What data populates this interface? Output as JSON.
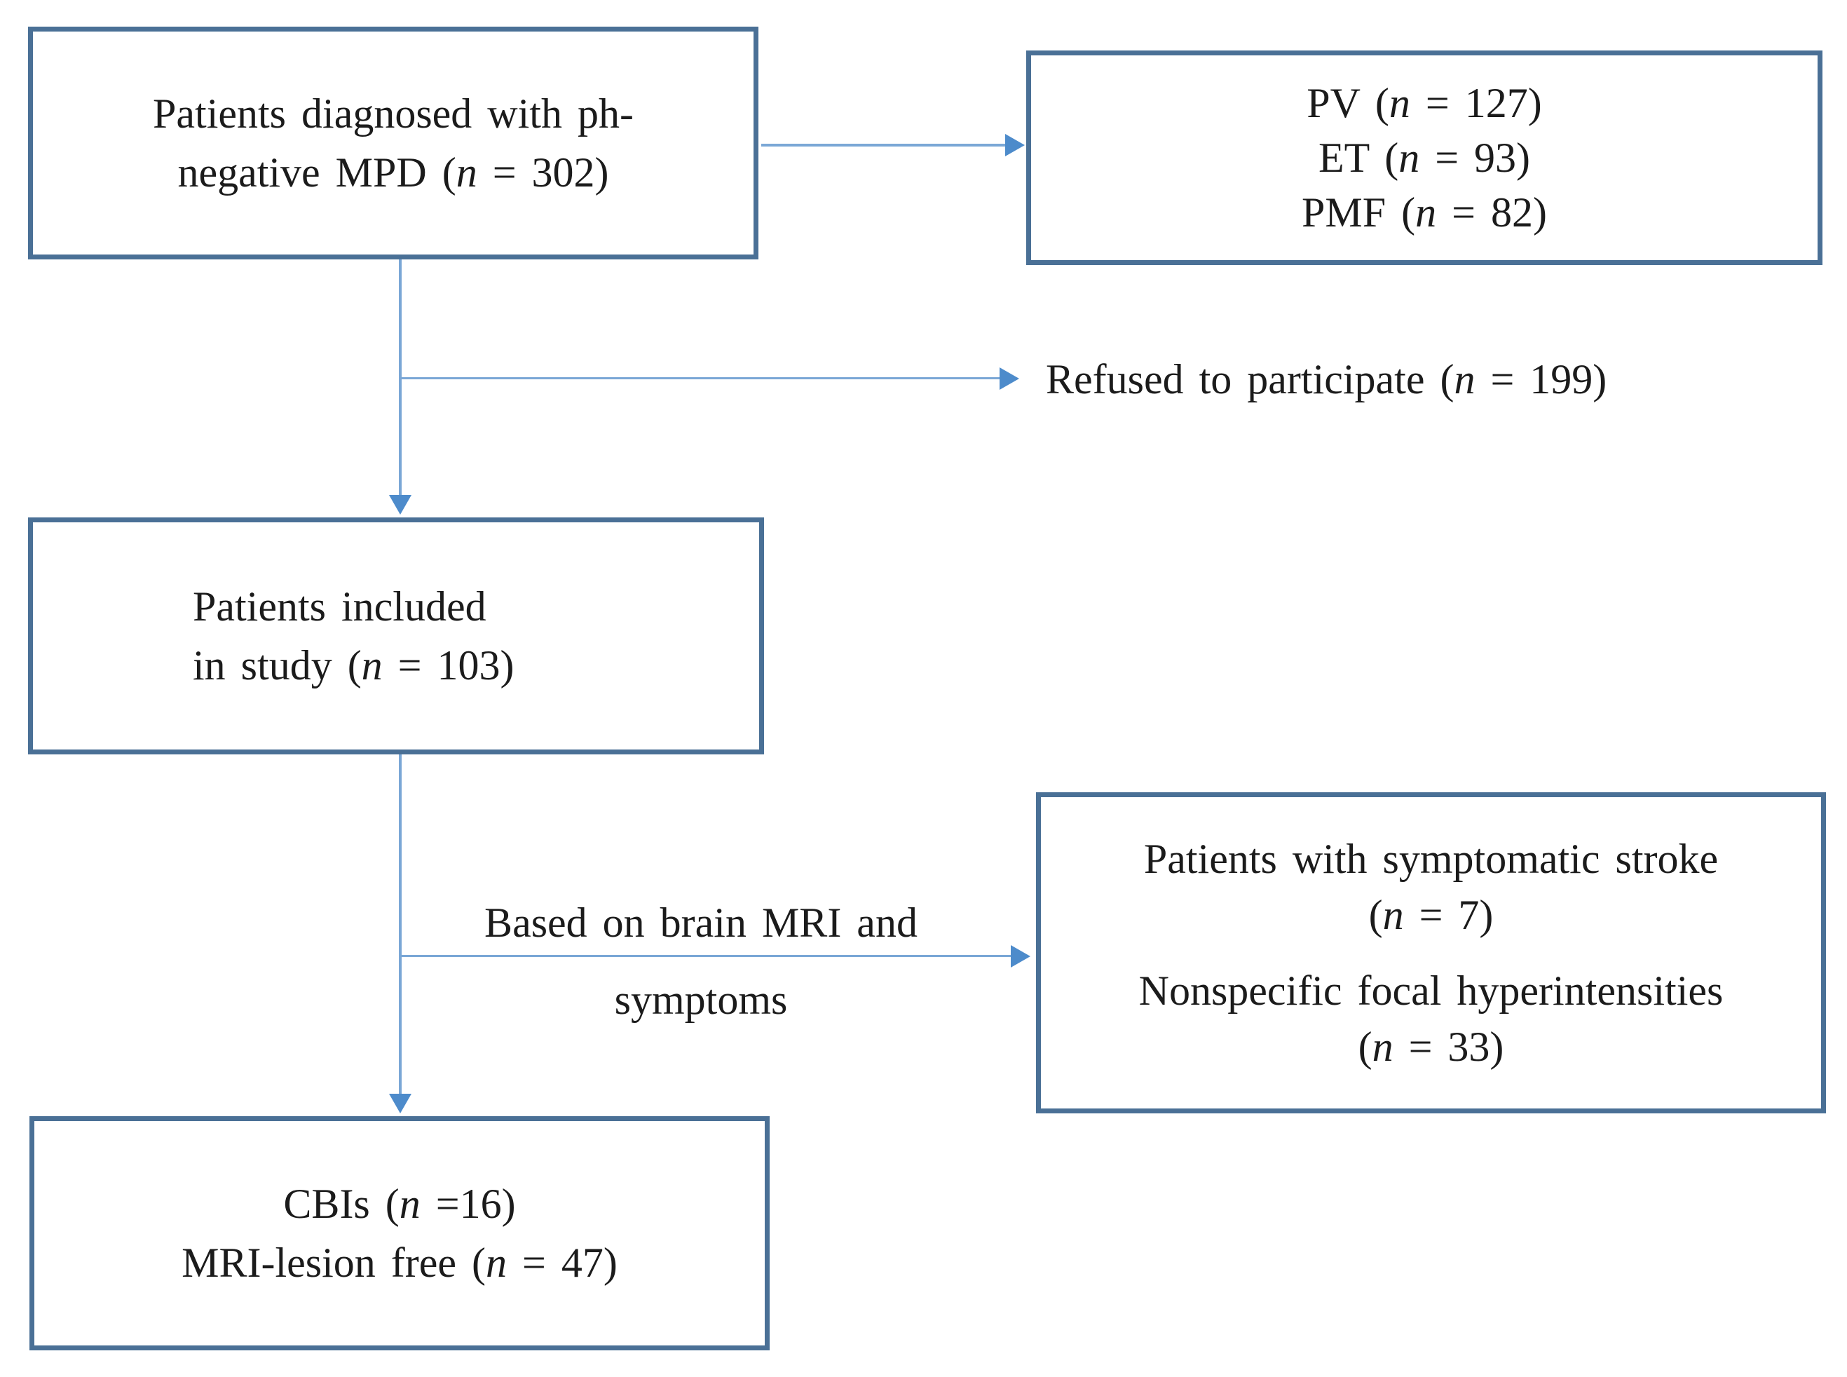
{
  "diagram": {
    "n_symbol": "n",
    "colors": {
      "box_border": "#4a7096",
      "arrow_line": "#7aa7d6",
      "arrow_head": "#4d8bcb",
      "text": "#1b1b1b",
      "background": "#ffffff"
    },
    "box_top_left": {
      "line1": "Patients diagnosed with ph-",
      "line2_pre": "negative MPD (",
      "line2_post": " = 302)"
    },
    "box_top_right": {
      "lines": [
        {
          "pre": "PV (",
          "post": " = 127)"
        },
        {
          "pre": "ET (",
          "post": " = 93)"
        },
        {
          "pre": "PMF (",
          "post": " = 82)"
        }
      ]
    },
    "refused_label": {
      "pre": "Refused to participate (",
      "post": " = 199)"
    },
    "box_included": {
      "line1": "Patients included",
      "line2_pre": "in study (",
      "line2_post": " = 103)"
    },
    "mri_label": {
      "line1": "Based on brain MRI and",
      "line2": "symptoms"
    },
    "box_stroke": {
      "p1_line1": "Patients with symptomatic stroke",
      "p1_pre": "(",
      "p1_post": " = 7)",
      "p2_line1": "Nonspecific focal hyperintensities",
      "p2_pre": "(",
      "p2_post": " = 33)"
    },
    "box_cbi": {
      "line1_pre": "CBIs (",
      "line1_post": " =16)",
      "line2_pre": "MRI-lesion free (",
      "line2_post": " = 47)"
    }
  }
}
